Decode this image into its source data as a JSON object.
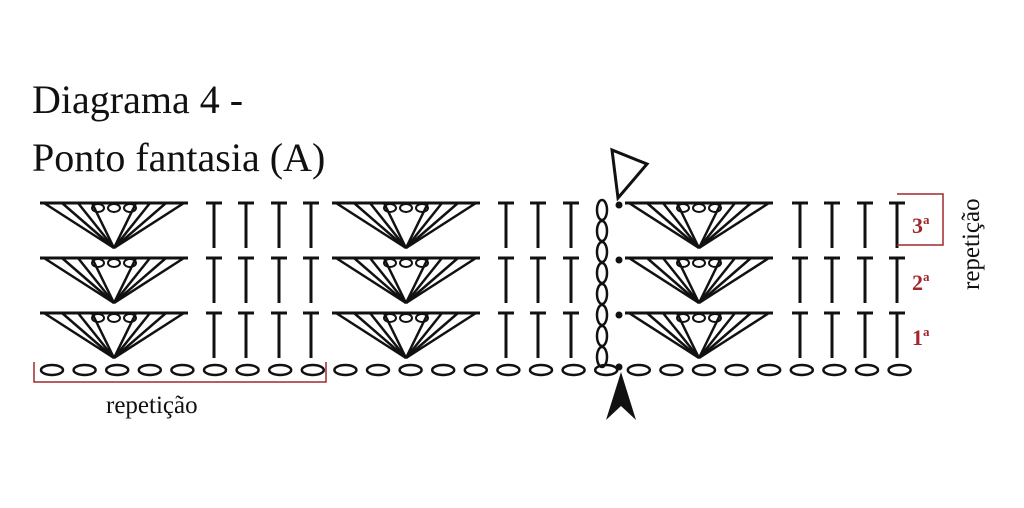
{
  "title_line1": "Diagrama 4 -",
  "title_line2": "Ponto fantasia (A)",
  "rows": [
    {
      "number": "1",
      "suffix": "a"
    },
    {
      "number": "2",
      "suffix": "a"
    },
    {
      "number": "3",
      "suffix": "a"
    }
  ],
  "repeat_label_horizontal": "repetição",
  "repeat_label_vertical": "repetição",
  "colors": {
    "ink": "#111111",
    "accent": "#a0282e"
  },
  "icons": {
    "start_marker": "filled-arrow-up-icon",
    "end_marker": "hollow-arrow-down-icon"
  }
}
